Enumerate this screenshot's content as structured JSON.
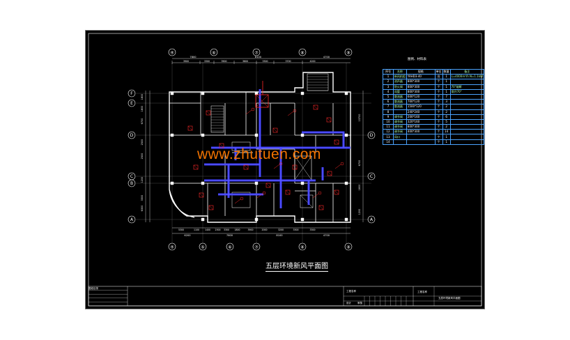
{
  "drawing": {
    "title": "五层环境新风平面图",
    "watermark": "www.zhutuen.com",
    "axis_top": [
      "④",
      "⑥",
      "⑦",
      "⑧",
      "⑨"
    ],
    "axis_bottom": [
      "④",
      "⑤",
      "⑥",
      "⑦",
      "⑧",
      "⑨"
    ],
    "axis_left": [
      "F",
      "E",
      "D",
      "C",
      "B",
      "A"
    ],
    "axis_right": [
      "D",
      "C",
      "A"
    ],
    "dims_top_outer": [
      "7800",
      "8100",
      "4700"
    ],
    "dims_top_inner": [
      "3900",
      "3300",
      "3900",
      "3600",
      "3300",
      "3700",
      "4200"
    ],
    "dims_bottom_inner": [
      "5300",
      "1100",
      "1400",
      "2300",
      "3300",
      "1800",
      "3900",
      "2000",
      "3200",
      "3300",
      "3300"
    ],
    "dims_bottom_outer": [
      "6200",
      "7800",
      "8100",
      "4700"
    ],
    "dims_left": [
      "1800",
      "1800",
      "6700",
      "2500",
      "2500",
      "1200",
      "3300",
      "6300"
    ],
    "dims_right": [
      "13700",
      "6700",
      "1800",
      "1200"
    ]
  },
  "legend": {
    "title": "图例、材料表",
    "headers": [
      "序号",
      "名称",
      "规格",
      "单位",
      "数量",
      "备注"
    ],
    "rows": [
      {
        "no": "1",
        "name": "新风机组",
        "spec": "YAHD3-40",
        "unit": "台",
        "qty": "1",
        "note": "L=4000m³/h N=1.1kW"
      },
      {
        "no": "2",
        "name": "消声器",
        "spec": "800*300",
        "unit": "个",
        "qty": "1",
        "note": ""
      },
      {
        "no": "3",
        "name": "防火阀",
        "spec": "800*300",
        "unit": "个",
        "qty": "1",
        "note": "70°熔断"
      },
      {
        "no": "4",
        "name": "风管",
        "spec": "800*300",
        "unit": "个",
        "qty": "1",
        "note": "常开70°"
      },
      {
        "no": "5",
        "name": "散流器",
        "spec": "600*120",
        "unit": "个",
        "qty": "7",
        "note": ""
      },
      {
        "no": "6",
        "name": "散流器",
        "spec": "700*120",
        "unit": "个",
        "qty": "3",
        "note": ""
      },
      {
        "no": "7",
        "name": "散流器",
        "spec": "1500*120",
        "unit": "个",
        "qty": "2",
        "note": ""
      },
      {
        "no": "8",
        "name": "",
        "spec": "240*240",
        "unit": "个",
        "qty": "2",
        "note": ""
      },
      {
        "no": "9",
        "name": "调节阀",
        "spec": "200*160",
        "unit": "个",
        "qty": "6",
        "note": ""
      },
      {
        "no": "10",
        "name": "调节阀",
        "spec": "320*160",
        "unit": "个",
        "qty": "5",
        "note": ""
      },
      {
        "no": "11",
        "name": "调节阀",
        "spec": "800*300",
        "unit": "个",
        "qty": "2",
        "note": ""
      },
      {
        "no": "12",
        "name": "调节阀",
        "spec": "400*300",
        "unit": "个",
        "qty": "14",
        "note": ""
      },
      {
        "no": "13",
        "name": "风口",
        "spec": "",
        "unit": "个",
        "qty": "1",
        "note": ""
      },
      {
        "no": "14",
        "name": "",
        "spec": "",
        "unit": "个",
        "qty": "1",
        "note": ""
      }
    ]
  },
  "title_block": {
    "left_header": "图纸目录",
    "center_header": "工程名称",
    "center_sub1": "设计",
    "center_sub2": "审核",
    "right_header": "工程名称",
    "right_project": "五层环境新风平面图"
  },
  "colors": {
    "background": "#000000",
    "walls": "#ffffff",
    "duct": "#3a3aff",
    "equipment": "#ff2a2a",
    "dims": "#ffffff",
    "legend_grid": "#4aa3ff",
    "watermark": "#ff7a00"
  }
}
